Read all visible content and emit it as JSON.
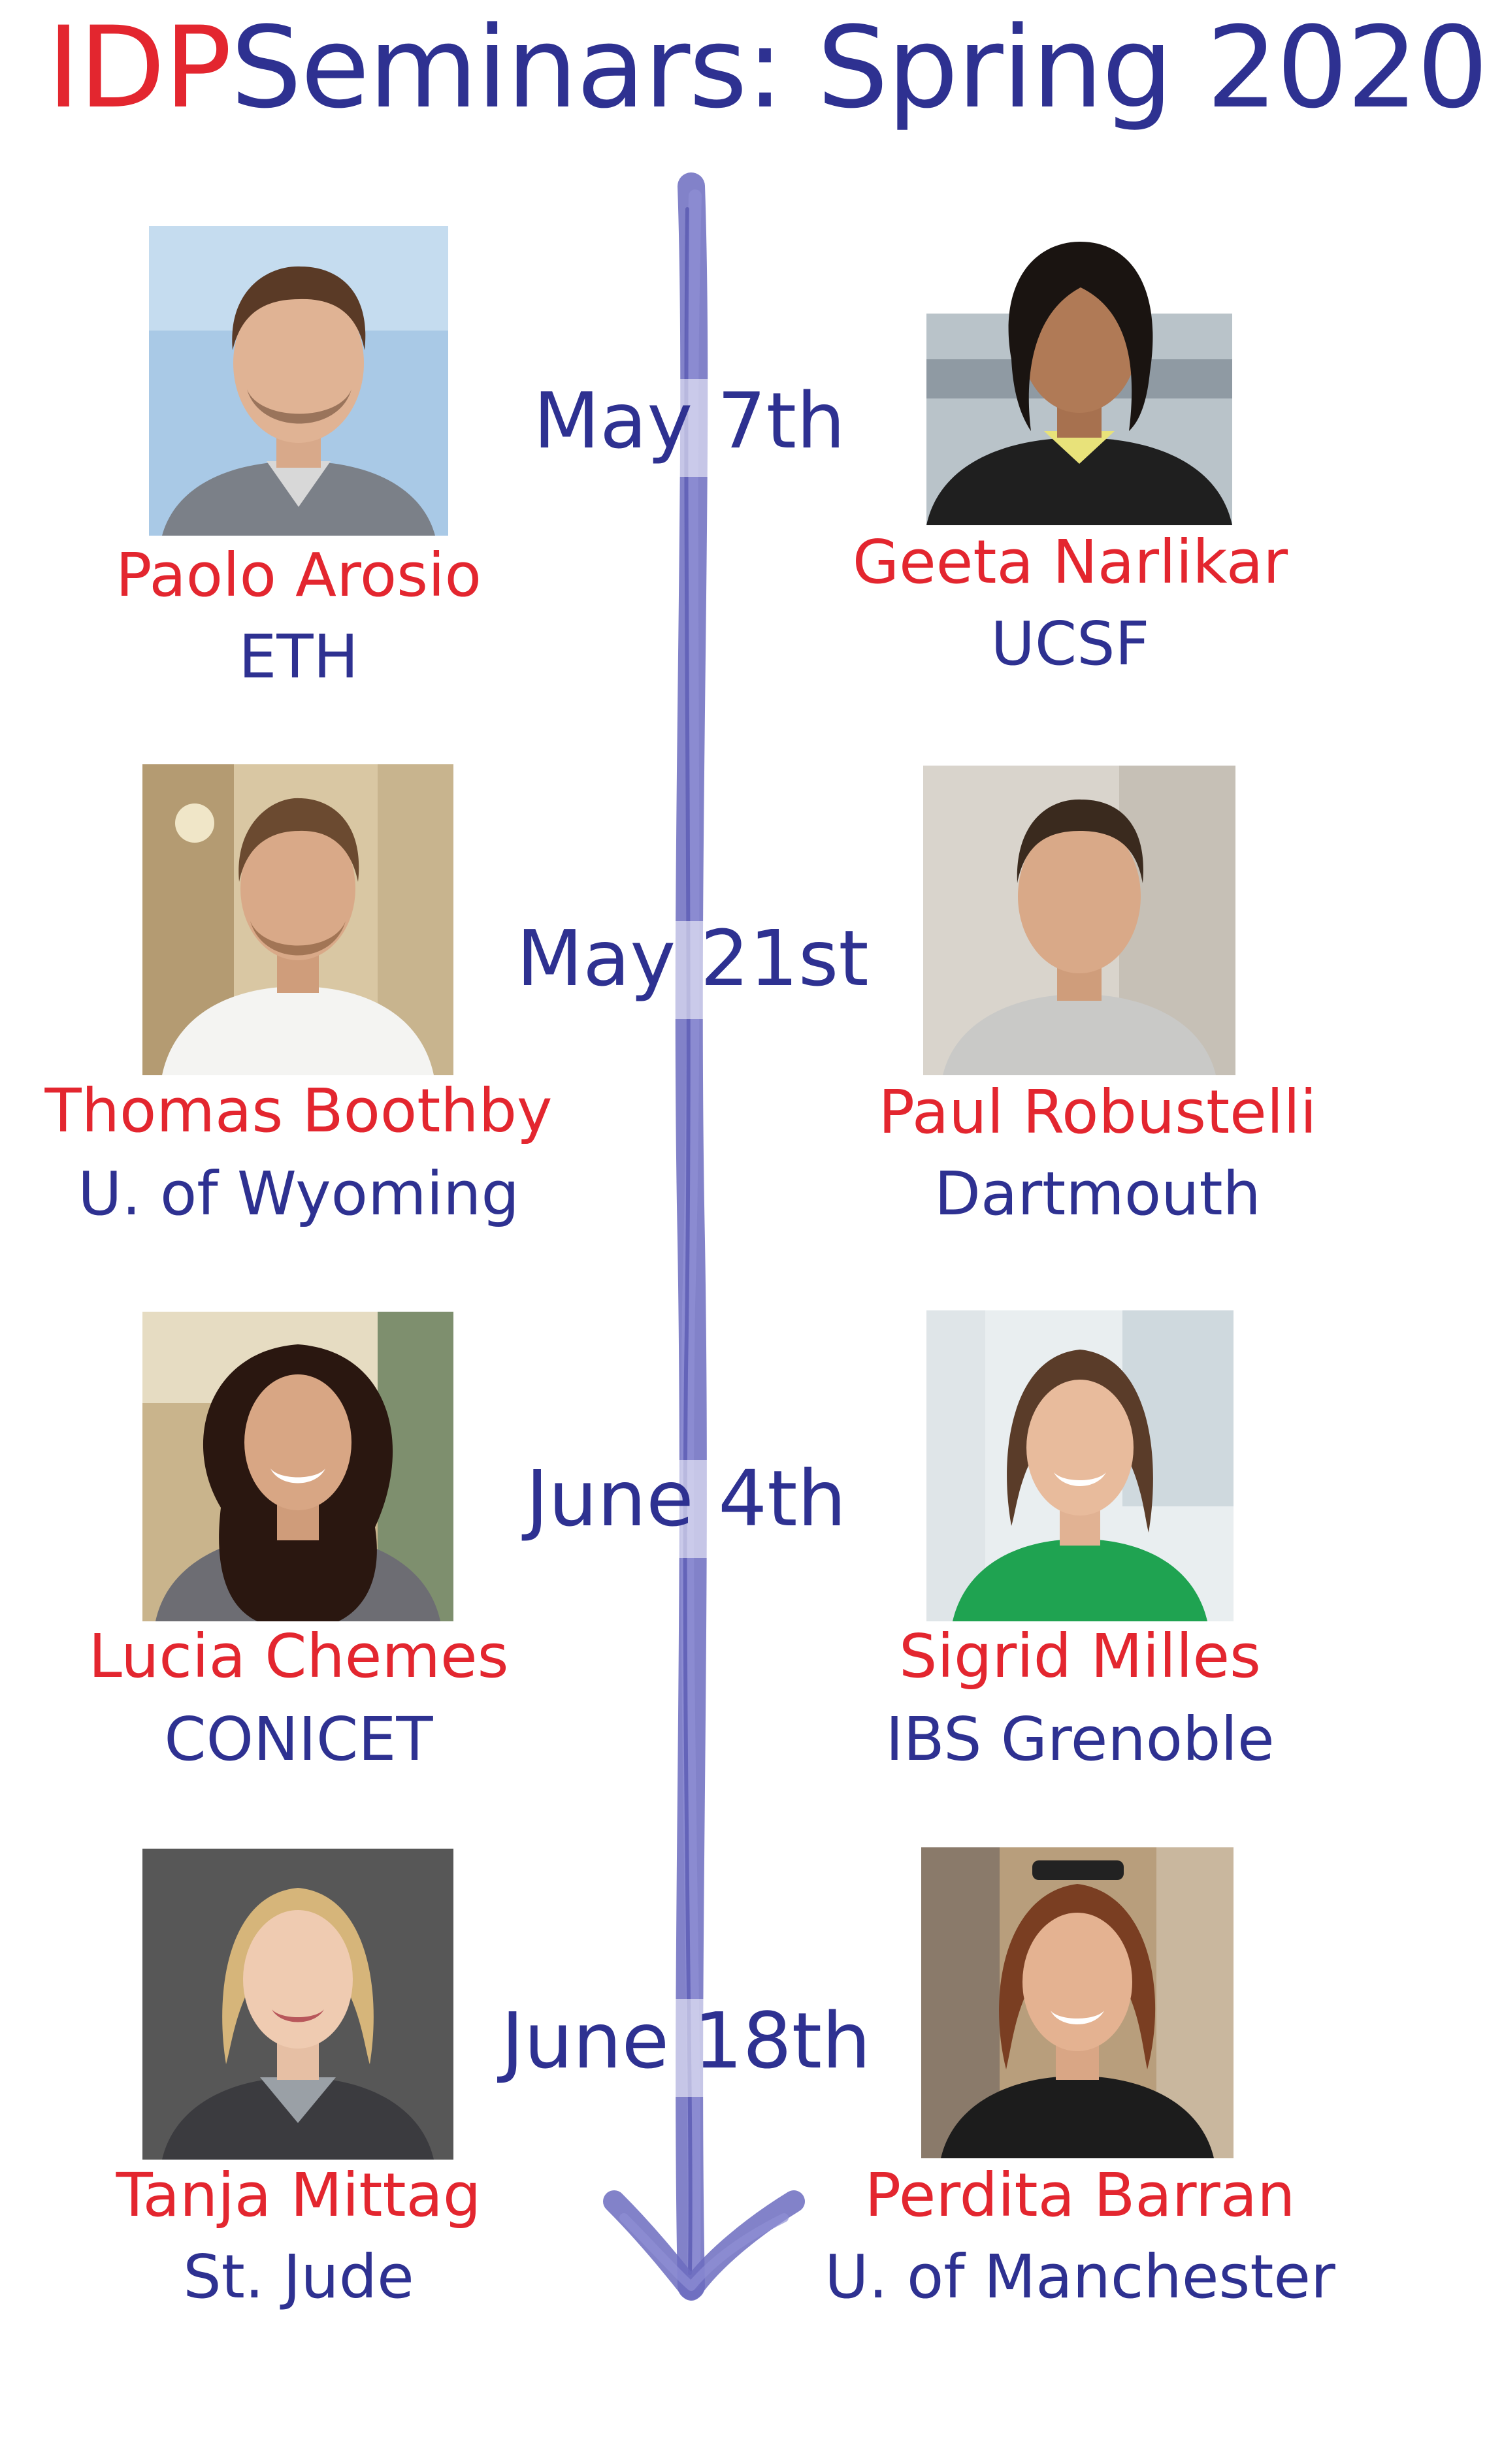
{
  "header": {
    "title_idp": "IDP",
    "title_rest": "Seminars: Spring 2020"
  },
  "colors": {
    "accent_red": "#e3262f",
    "accent_blue": "#2e3191",
    "timeline": "#6c6cc0"
  },
  "sessions": [
    {
      "date": "May 7th",
      "left": {
        "name": "Paolo Arosio",
        "affiliation": "ETH"
      },
      "right": {
        "name": "Geeta Narlikar",
        "affiliation": "UCSF"
      }
    },
    {
      "date": "May 21st",
      "left": {
        "name": "Thomas Boothby",
        "affiliation": "U. of Wyoming"
      },
      "right": {
        "name": "Paul Robustelli",
        "affiliation": "Dartmouth"
      }
    },
    {
      "date": "June 4th",
      "left": {
        "name": "Lucia Chemes",
        "affiliation": "CONICET"
      },
      "right": {
        "name": "Sigrid Milles",
        "affiliation": "IBS Grenoble"
      }
    },
    {
      "date": "June 18th",
      "left": {
        "name": "Tanja Mittag",
        "affiliation": "St. Jude"
      },
      "right": {
        "name": "Perdita Barran",
        "affiliation": "U. of Manchester"
      }
    }
  ]
}
